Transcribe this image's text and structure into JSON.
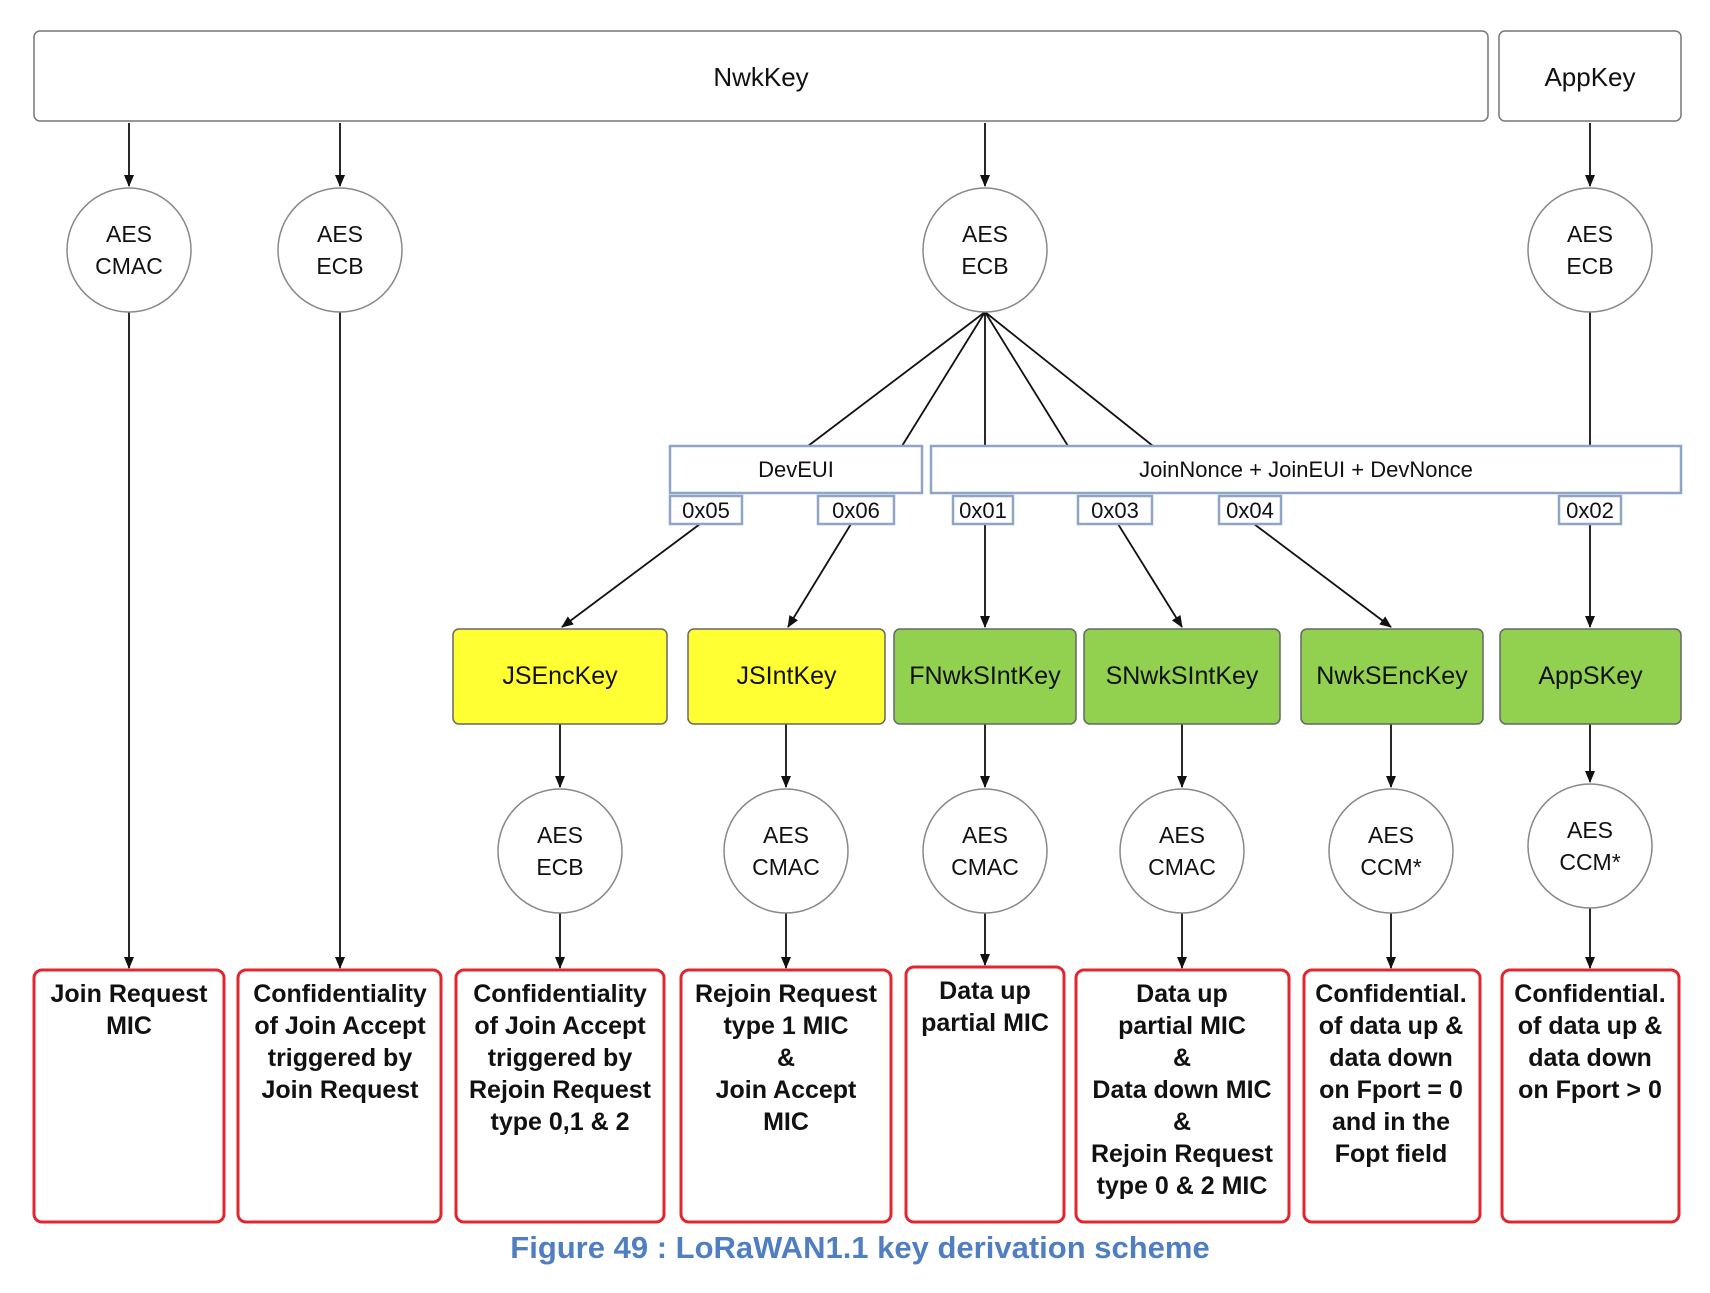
{
  "diagram": {
    "root_keys": {
      "nwk_key": "NwkKey",
      "app_key": "AppKey"
    },
    "ciphers": {
      "join_request_mic": [
        "AES",
        "CMAC"
      ],
      "join_accept_enc": [
        "AES",
        "ECB"
      ],
      "nwk_derivation": [
        "AES",
        "ECB"
      ],
      "app_derivation": [
        "AES",
        "ECB"
      ],
      "jsenc": [
        "AES",
        "ECB"
      ],
      "jsint": [
        "AES",
        "CMAC"
      ],
      "fnwk": [
        "AES",
        "CMAC"
      ],
      "snwk": [
        "AES",
        "CMAC"
      ],
      "nwksenc": [
        "AES",
        "CCM*"
      ],
      "appskey": [
        "AES",
        "CCM*"
      ]
    },
    "derivation_inputs": {
      "dev_eui": "DevEUI",
      "join_nonce": "JoinNonce + JoinEUI + DevNonce"
    },
    "constants": [
      "0x05",
      "0x06",
      "0x01",
      "0x03",
      "0x04",
      "0x02"
    ],
    "session_keys": [
      {
        "label": "JSEncKey",
        "color": "#ffff33",
        "group": "join-server"
      },
      {
        "label": "JSIntKey",
        "color": "#ffff33",
        "group": "join-server"
      },
      {
        "label": "FNwkSIntKey",
        "color": "#92d050",
        "group": "session"
      },
      {
        "label": "SNwkSIntKey",
        "color": "#92d050",
        "group": "session"
      },
      {
        "label": "NwkSEncKey",
        "color": "#92d050",
        "group": "session"
      },
      {
        "label": "AppSKey",
        "color": "#92d050",
        "group": "session"
      }
    ],
    "usages": [
      [
        "Join Request",
        "MIC"
      ],
      [
        "Confidentiality",
        "of Join Accept",
        "triggered by",
        "Join Request"
      ],
      [
        "Confidentiality",
        "of Join Accept",
        "triggered by",
        "Rejoin Request",
        "type 0,1 & 2"
      ],
      [
        "Rejoin Request",
        "type 1 MIC",
        "&",
        "Join Accept",
        "MIC"
      ],
      [
        "Data up",
        "partial MIC"
      ],
      [
        "Data up",
        "partial MIC",
        "&",
        "Data down MIC",
        "&",
        "Rejoin Request",
        "type 0 & 2 MIC"
      ],
      [
        "Confidential.",
        "of data up &",
        "data down",
        "on Fport = 0",
        "and in the",
        "Fopt field"
      ],
      [
        "Confidential.",
        "of data up &",
        "data down",
        "on Fport > 0"
      ]
    ],
    "caption": "Figure 49 : LoRaWAN1.1 key derivation scheme"
  }
}
